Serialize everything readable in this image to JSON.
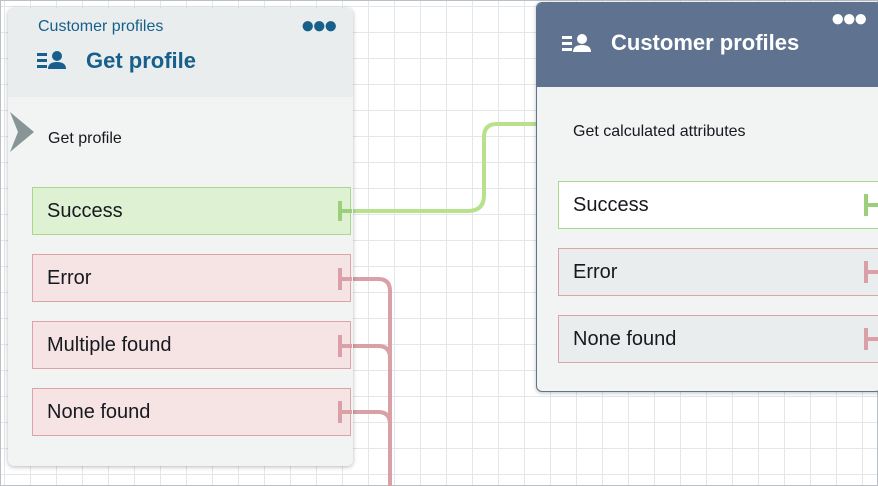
{
  "nodes": {
    "get_profile": {
      "subtitle": "Customer profiles",
      "title": "Get profile",
      "label": "Get profile",
      "menu_icon": "more-dots-icon",
      "branches": [
        "Success",
        "Error",
        "Multiple found",
        "None found"
      ]
    },
    "customer_profiles": {
      "title": "Customer profiles",
      "label": "Get calculated attributes",
      "menu_icon": "more-dots-icon",
      "branches": [
        "Success",
        "Error",
        "None found"
      ]
    }
  },
  "colors": {
    "header_blue": "#16608b",
    "header_slate": "#5f7391",
    "success_green": "#a6d98a",
    "error_red": "#dea3a8",
    "connector_green": "#b7e18a",
    "connector_red": "#d9a0a7"
  }
}
